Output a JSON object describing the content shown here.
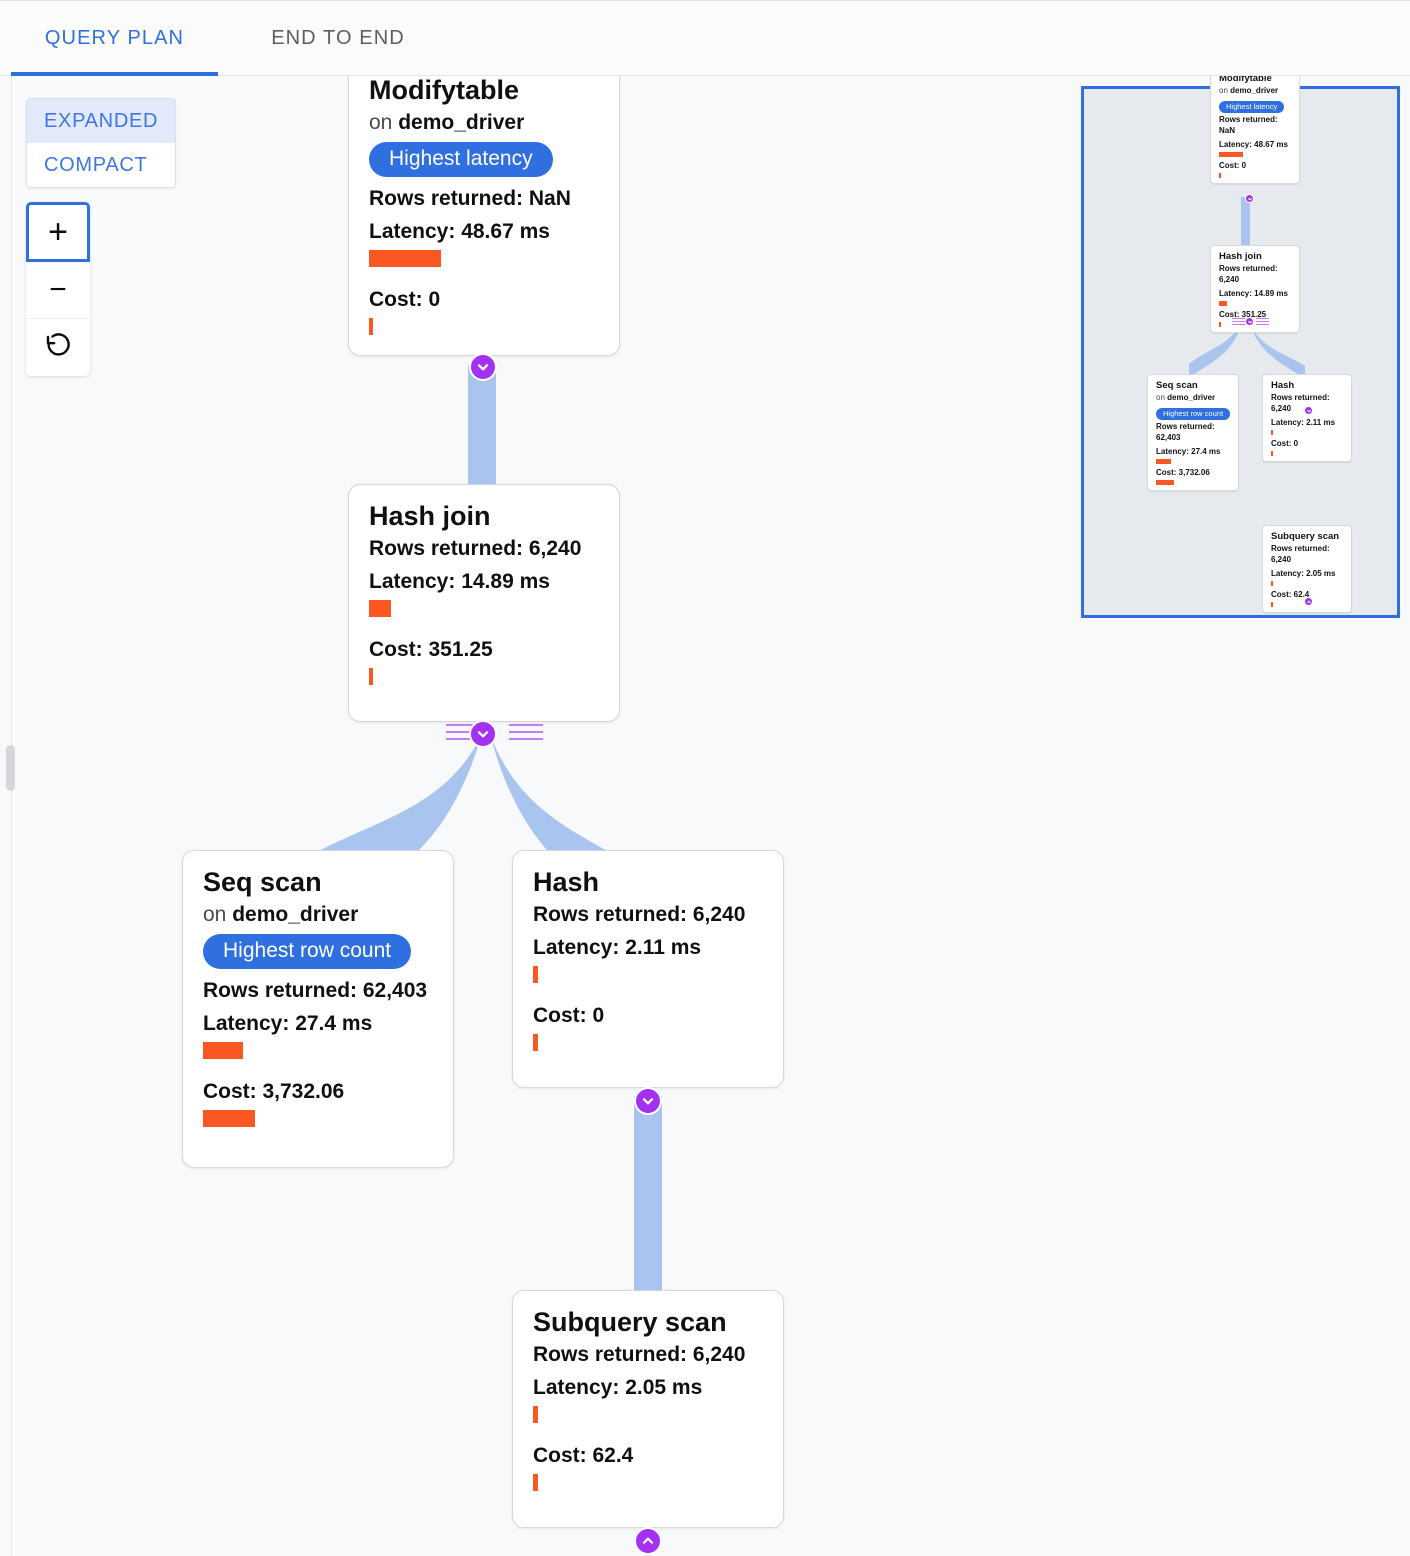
{
  "tabs": [
    {
      "label": "QUERY PLAN",
      "active": true
    },
    {
      "label": "END TO END",
      "active": false
    }
  ],
  "controls": {
    "view_modes": [
      {
        "label": "EXPANDED",
        "active": true
      },
      {
        "label": "COMPACT",
        "active": false
      }
    ],
    "zoom_in_label": "+",
    "zoom_out_label": "−",
    "reset_icon": "reset-icon"
  },
  "colors": {
    "accent_blue": "#2f6fe0",
    "edge_blue": "#aac4f0",
    "bar_orange": "#fb5723",
    "handle_purple": "#a331f2",
    "minimap_bg": "#e6e9ed"
  },
  "labels": {
    "on_prefix": "on",
    "rows_label": "Rows returned:",
    "latency_label": "Latency:",
    "cost_label": "Cost:"
  },
  "nodes": [
    {
      "id": "modifytable",
      "title": "Modifytable",
      "relation": "demo_driver",
      "badge": "Highest latency",
      "rows": "Rows returned: NaN",
      "latency": "Latency: 48.67 ms",
      "latency_bar_pct": 100,
      "cost": "Cost: 0",
      "cost_bar_pct": 3
    },
    {
      "id": "hash-join",
      "title": "Hash join",
      "relation": null,
      "badge": null,
      "rows": "Rows returned: 6,240",
      "latency": "Latency: 14.89 ms",
      "latency_bar_pct": 31,
      "cost": "Cost: 351.25",
      "cost_bar_pct": 3
    },
    {
      "id": "seq-scan",
      "title": "Seq scan",
      "relation": "demo_driver",
      "badge": "Highest row count",
      "rows": "Rows returned: 62,403",
      "latency": "Latency: 27.4 ms",
      "latency_bar_pct": 56,
      "cost": "Cost: 3,732.06",
      "cost_bar_pct": 100
    },
    {
      "id": "hash",
      "title": "Hash",
      "relation": null,
      "badge": null,
      "rows": "Rows returned: 6,240",
      "latency": "Latency: 2.11 ms",
      "latency_bar_pct": 5,
      "cost": "Cost: 0",
      "cost_bar_pct": 3
    },
    {
      "id": "subquery-scan",
      "title": "Subquery scan",
      "relation": null,
      "badge": null,
      "rows": "Rows returned: 6,240",
      "latency": "Latency: 2.05 ms",
      "latency_bar_pct": 5,
      "cost": "Cost: 62.4",
      "cost_bar_pct": 3
    }
  ],
  "edges": [
    {
      "from": "modifytable",
      "to": "hash-join"
    },
    {
      "from": "hash-join",
      "to": "seq-scan"
    },
    {
      "from": "hash-join",
      "to": "hash"
    },
    {
      "from": "hash",
      "to": "subquery-scan"
    }
  ],
  "minimap": {
    "name": "minimap"
  }
}
